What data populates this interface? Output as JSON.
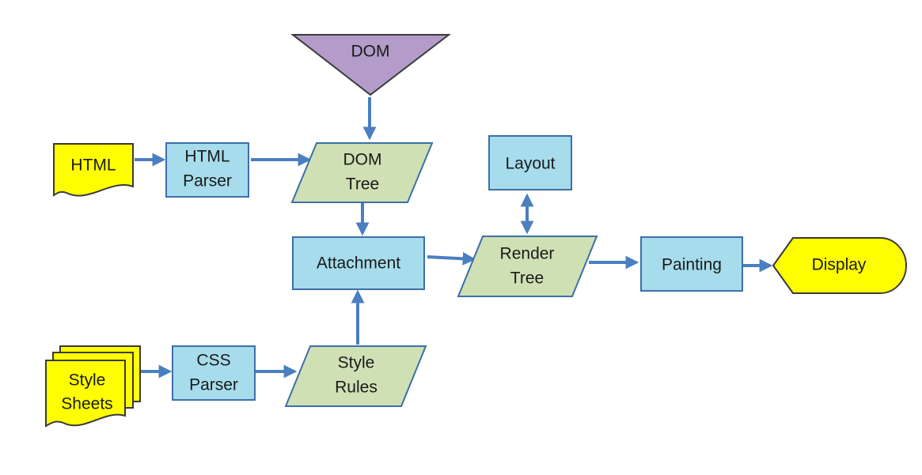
{
  "colors": {
    "process": "#a6dceb",
    "data": "#cfe0b4",
    "document": "#fffe00",
    "merge": "#b39cc9",
    "arrow": "#4a7fc0"
  },
  "nodes": {
    "dom": "DOM",
    "html_doc": "HTML",
    "html_parser": [
      "HTML",
      "Parser"
    ],
    "dom_tree": [
      "DOM",
      "Tree"
    ],
    "layout": "Layout",
    "attachment": "Attachment",
    "render_tree": [
      "Render",
      "Tree"
    ],
    "painting": "Painting",
    "display": "Display",
    "style_sheets": [
      "Style",
      "Sheets"
    ],
    "css_parser": [
      "CSS",
      "Parser"
    ],
    "style_rules": [
      "Style",
      "Rules"
    ]
  },
  "edges": [
    {
      "from": "dom",
      "to": "dom_tree"
    },
    {
      "from": "html_doc",
      "to": "html_parser"
    },
    {
      "from": "html_parser",
      "to": "dom_tree"
    },
    {
      "from": "dom_tree",
      "to": "attachment"
    },
    {
      "from": "attachment",
      "to": "render_tree"
    },
    {
      "from": "render_tree",
      "to": "layout",
      "bidirectional": true
    },
    {
      "from": "render_tree",
      "to": "painting"
    },
    {
      "from": "painting",
      "to": "display"
    },
    {
      "from": "style_sheets",
      "to": "css_parser"
    },
    {
      "from": "css_parser",
      "to": "style_rules"
    },
    {
      "from": "style_rules",
      "to": "attachment"
    }
  ]
}
